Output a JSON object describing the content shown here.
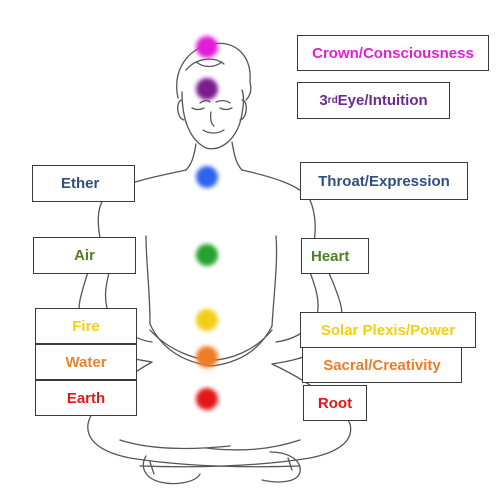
{
  "chakras": [
    {
      "name": "crown",
      "label": "Crown/Consciousness",
      "color": "#e21fd7"
    },
    {
      "name": "third-eye",
      "label_prefix": "3",
      "label_sup": "rd",
      "label_rest": " Eye/Intuition",
      "color": "#7b1f8c"
    },
    {
      "name": "throat",
      "label": "Throat/Expression",
      "color": "#2f63ee"
    },
    {
      "name": "heart",
      "label": "Heart",
      "color": "#27a22e"
    },
    {
      "name": "solar-plexus",
      "label": "Solar Plexis/Power",
      "color": "#f2cf12"
    },
    {
      "name": "sacral",
      "label": "Sacral/Creativity",
      "color": "#ef7b26"
    },
    {
      "name": "root",
      "label": "Root",
      "color": "#e51616"
    }
  ],
  "elements": [
    {
      "name": "ether",
      "label": "Ether",
      "color": "#2f4f80"
    },
    {
      "name": "air",
      "label": "Air",
      "color": "#4f7f2a"
    },
    {
      "name": "fire",
      "label": "Fire",
      "color": "#f2cf12"
    },
    {
      "name": "water",
      "label": "Water",
      "color": "#e8832a"
    },
    {
      "name": "earth",
      "label": "Earth",
      "color": "#e01b1b"
    }
  ],
  "colors": {
    "outline": "#555555",
    "label_border": "#3a3a3a",
    "throat_label": "#2f4f80",
    "heart_label": "#4f7f2a",
    "third_eye_label": "#6f2a8f"
  }
}
